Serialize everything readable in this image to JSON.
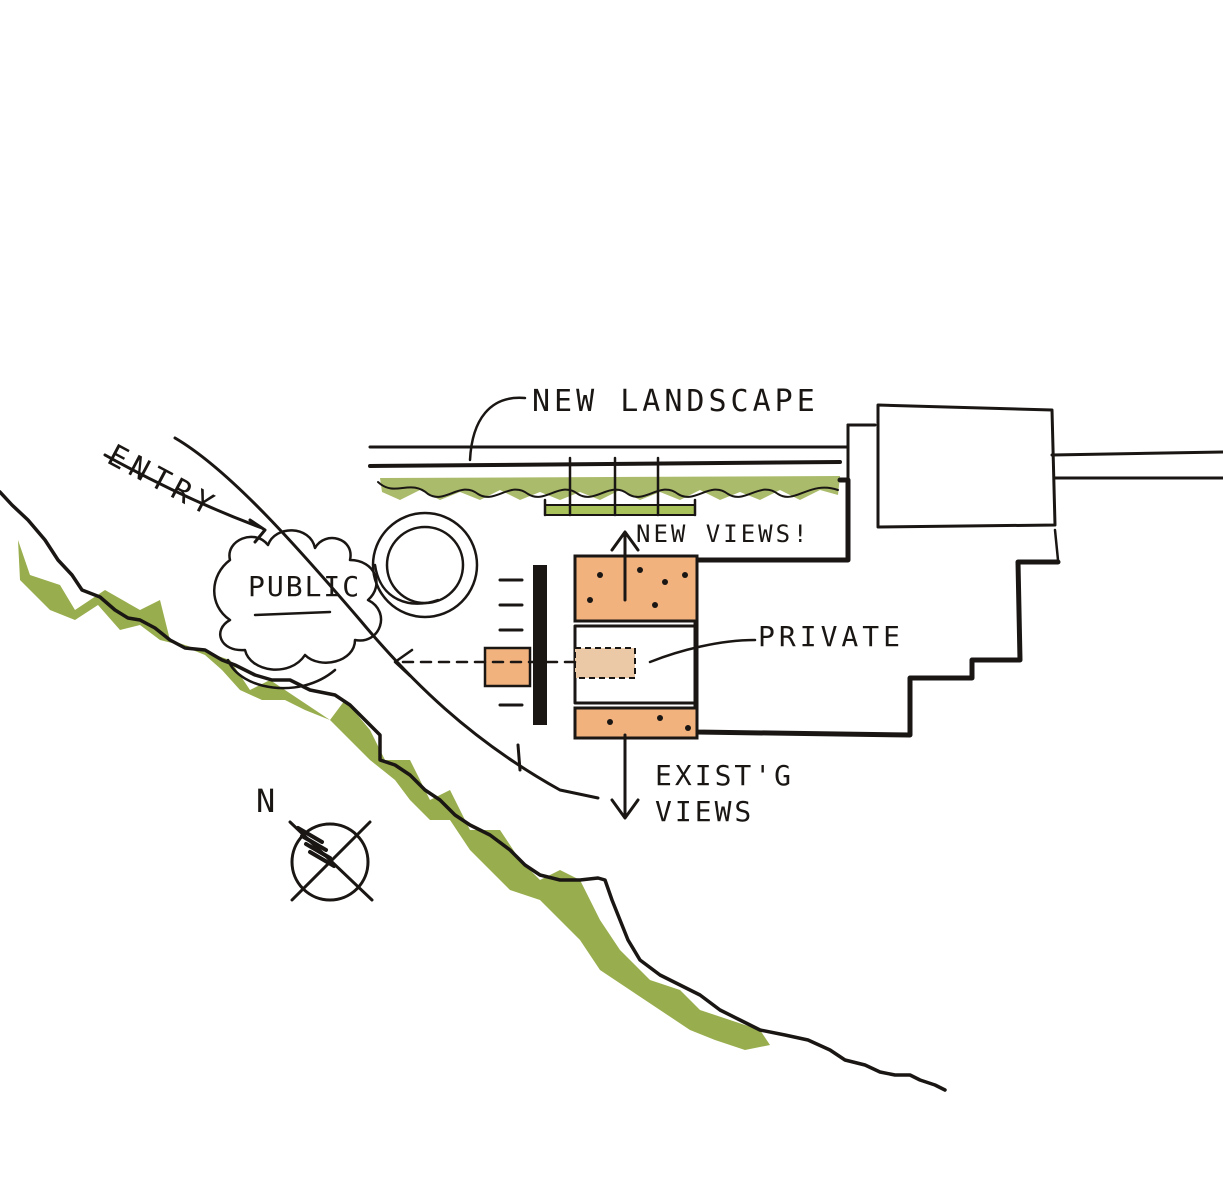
{
  "labels": {
    "new_landscape": "NEW LANDSCAPE",
    "new_views": "NEW VIEWS!",
    "private": "PRIVATE",
    "exist_views": "EXIST'G\nVIEWS",
    "public": "PUBLIC",
    "entry": "ENTRY",
    "north": "N"
  },
  "colors": {
    "ink": "#1a1614",
    "landscape_green": "#8da43a",
    "private_orange": "#f1b27e",
    "background": "#ffffff"
  }
}
